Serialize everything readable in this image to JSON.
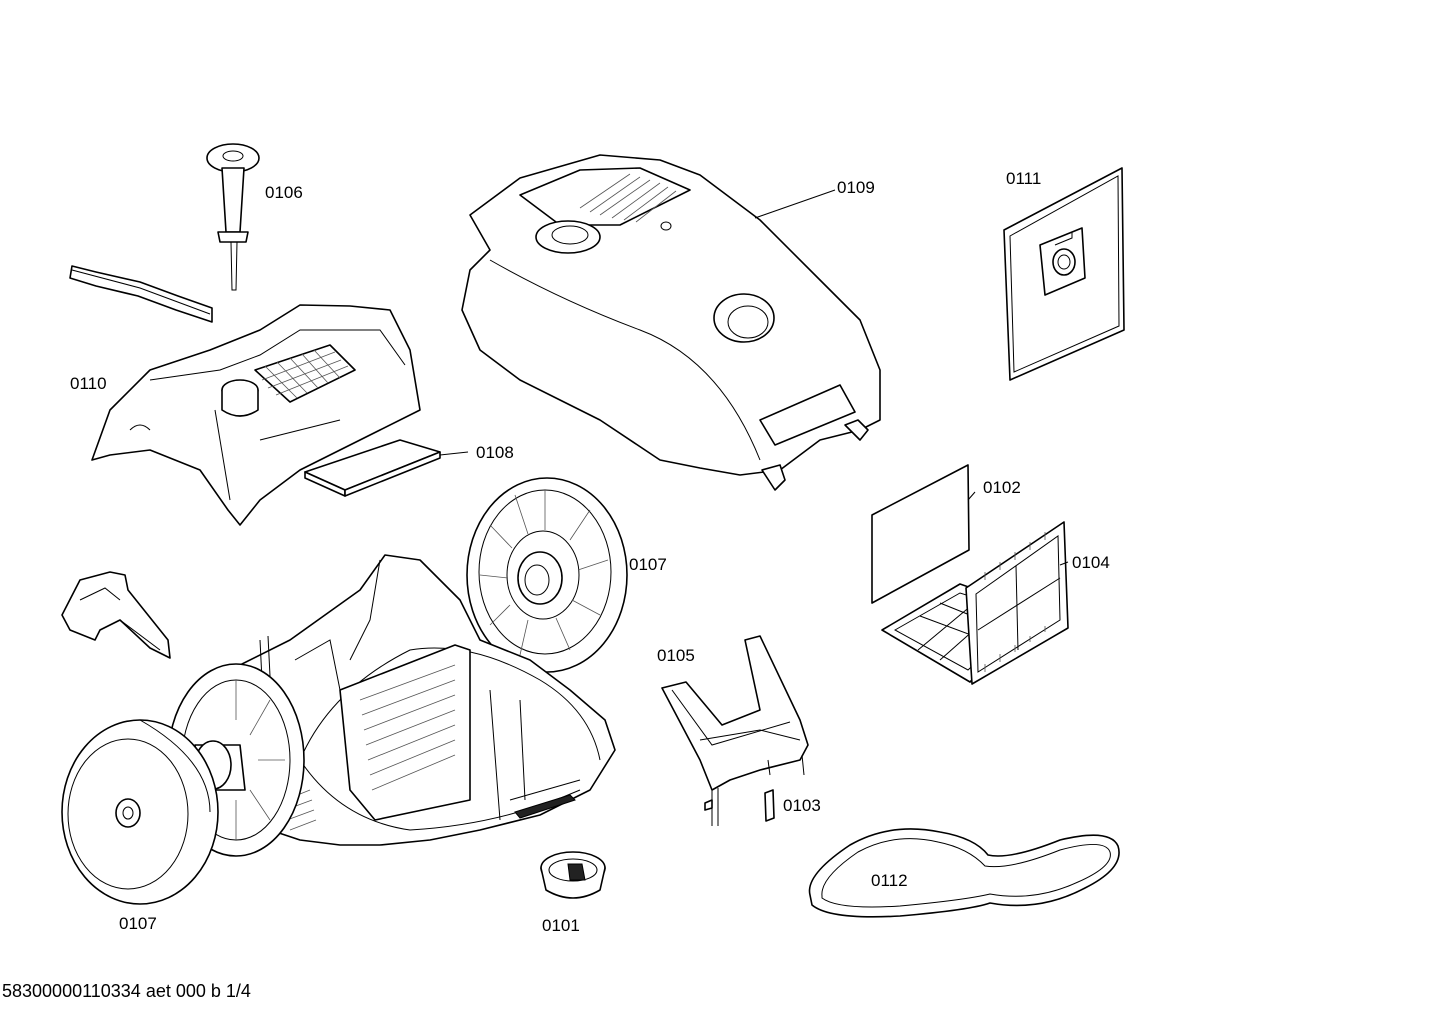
{
  "parts": {
    "p0106": "0106",
    "p0109": "0109",
    "p0111": "0111",
    "p0110": "0110",
    "p0108": "0108",
    "p0102": "0102",
    "p0107_rear": "0107",
    "p0104": "0104",
    "p0105": "0105",
    "p0103": "0103",
    "p0112": "0112",
    "p0107_front": "0107",
    "p0101": "0101"
  },
  "footer": {
    "doc_code": "58300000110334 aet 000 b 1/4"
  }
}
